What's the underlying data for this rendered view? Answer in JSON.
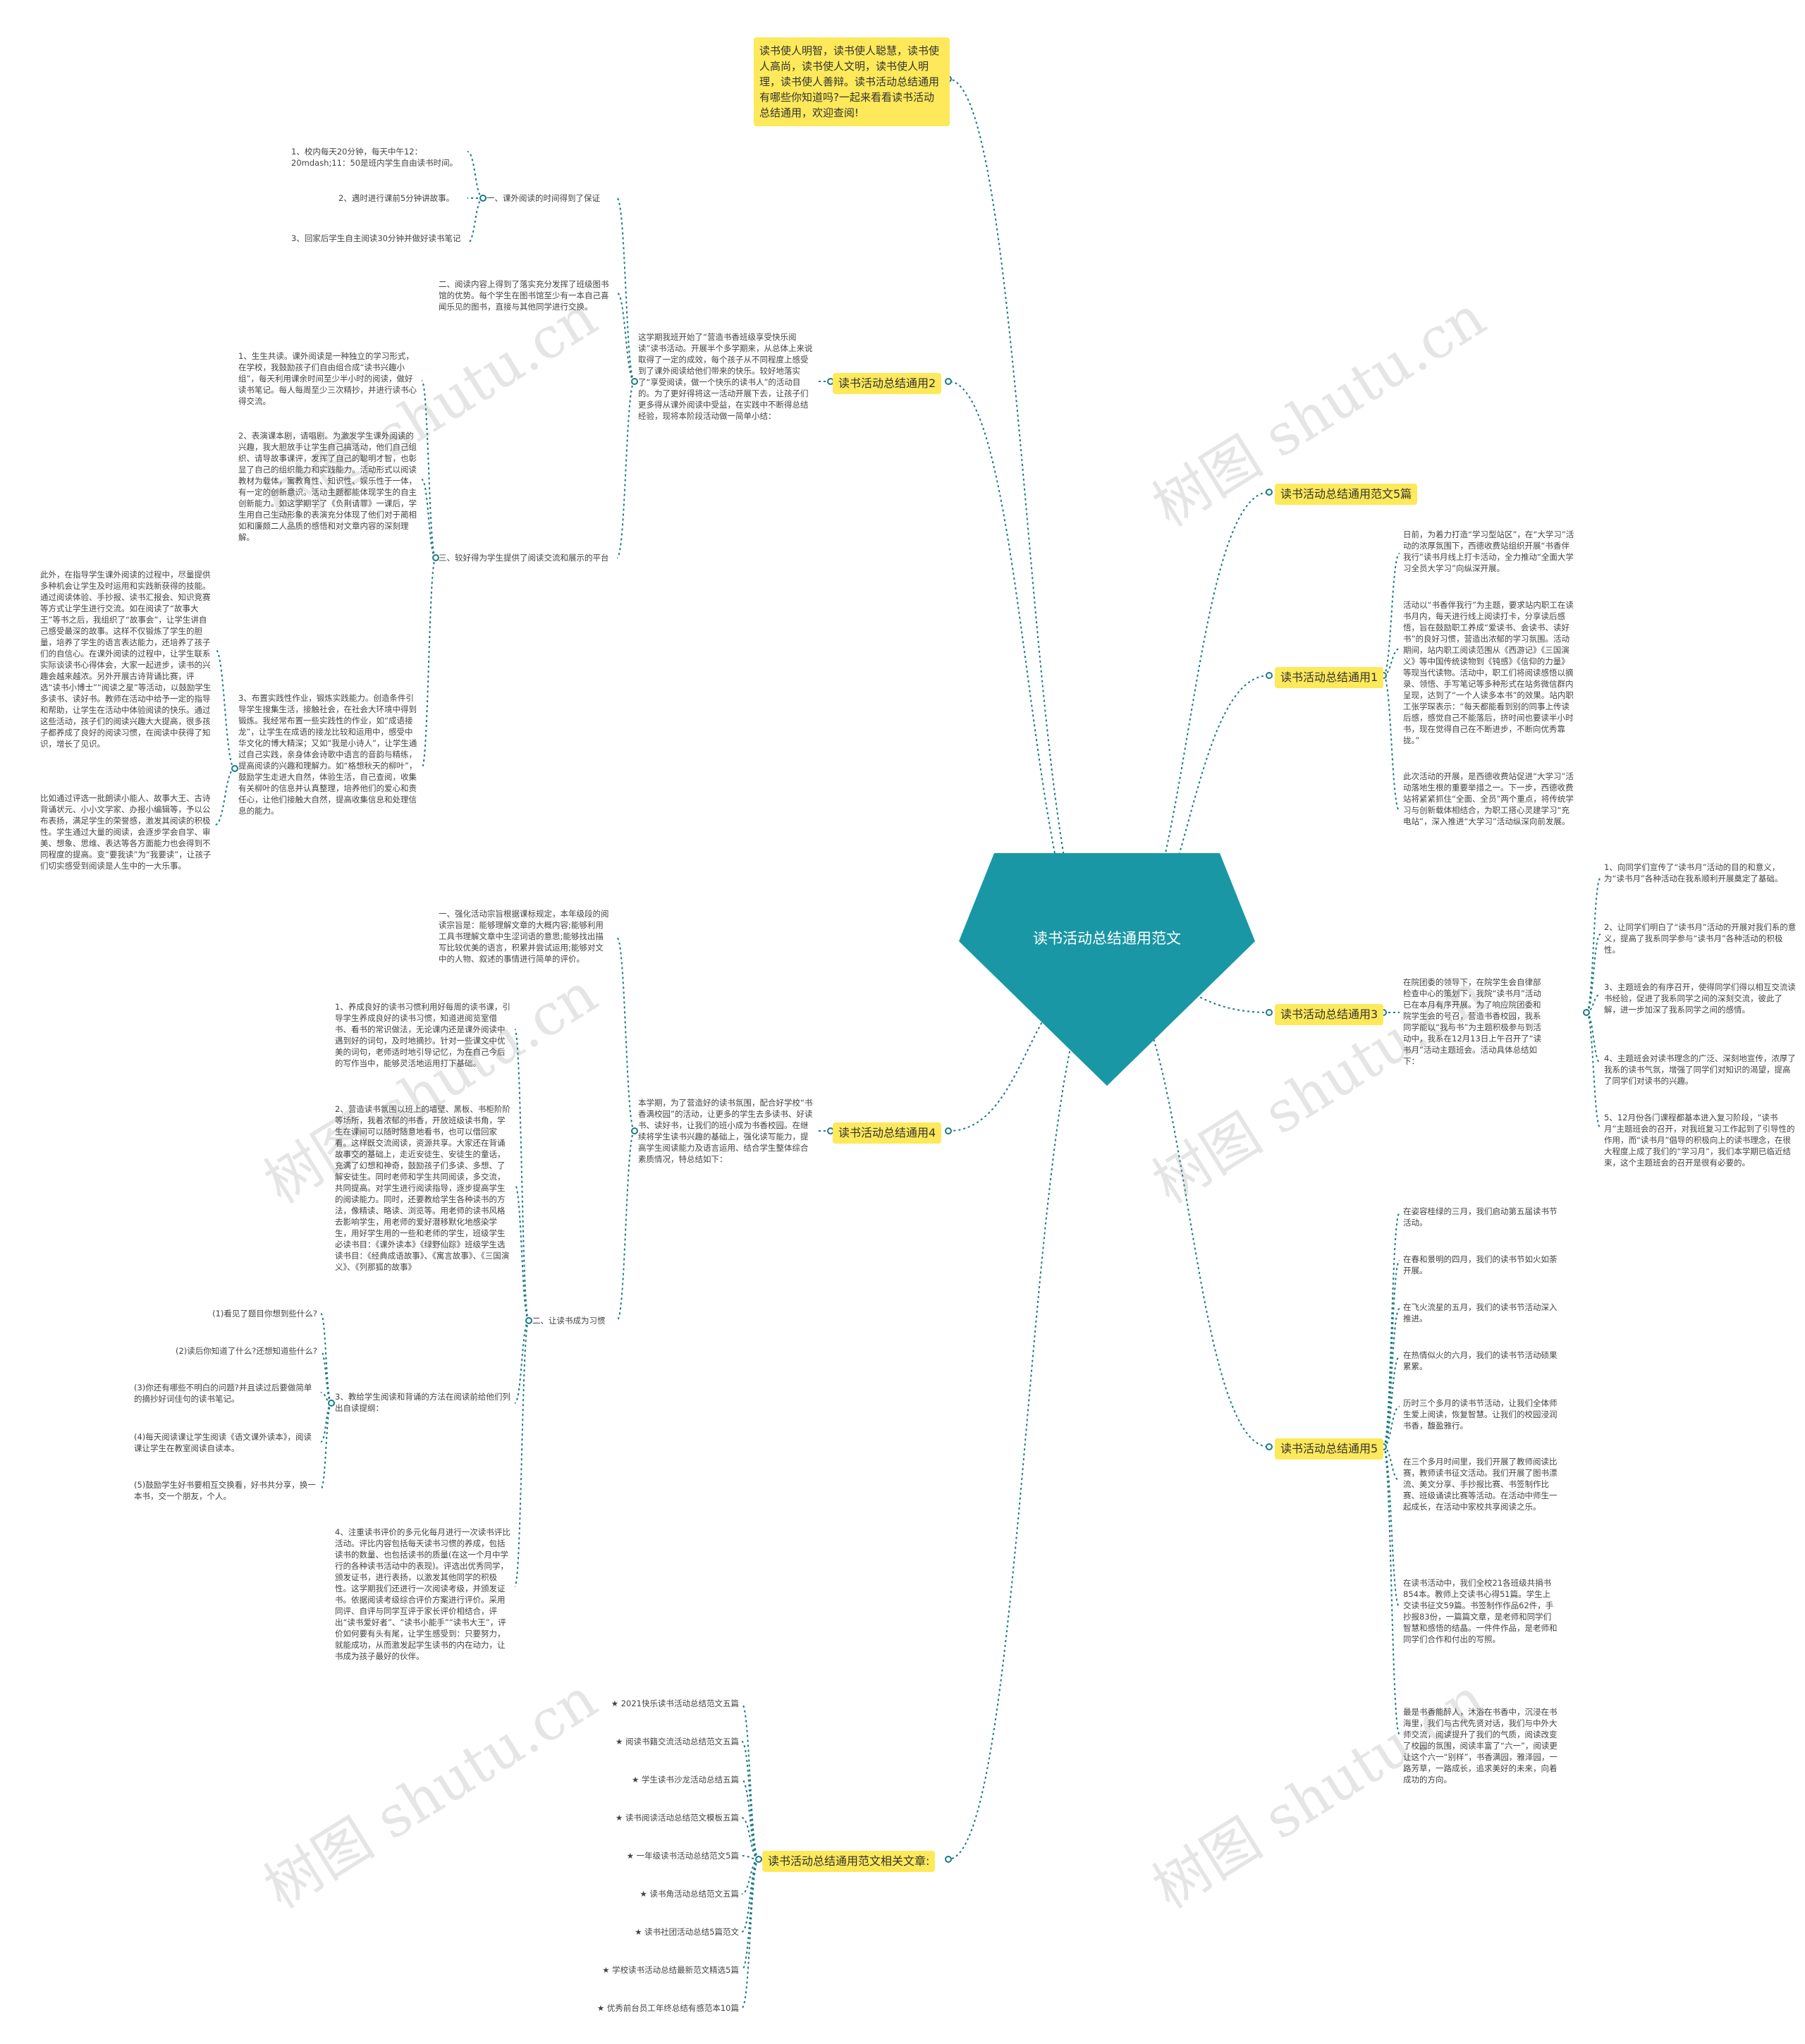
{
  "center": "读书活动总结通用范文",
  "intro": "读书使人明智，读书使人聪慧，读书使人高尚，读书使人文明，读书使人明理，读书使人善辩。读书活动总结通用有哪些你知道吗?一起来看看读书活动总结通用，欢迎查阅!",
  "branches": {
    "b2": {
      "label": "读书活动总结通用2",
      "summary": "这学期我班开始了“营造书香班级享受快乐阅读”读书活动。开展半个多学期来，从总体上来说取得了一定的成效，每个孩子从不同程度上感受到了课外阅读给他们带来的快乐。较好地落实了“享受阅读，做一个快乐的读书人”的活动目的。为了更好得将这一活动开展下去，让孩子们更多得从课外阅读中受益，在实践中不断得总结经验，现将本阶段活动做一简单小结：",
      "s1": "一、课外阅读的时间得到了保证",
      "s1_items": [
        "1、校内每天20分钟，每天中午12：20mdash;11：50是班内学生自由读书时间。",
        "2、遇时进行课前5分钟讲故事。",
        "3、回家后学生自主阅读30分钟并做好读书笔记"
      ],
      "s2": "二、阅读内容上得到了落实充分发挥了班级图书馆的优势。每个学生在图书馆至少有一本自己喜闻乐见的图书，直接与其他同学进行交换。",
      "s3": "三、较好得为学生提供了阅读交流和展示的平台",
      "s3_items": [
        "1、生生共读。课外阅读是一种独立的学习形式，在学校，我鼓励孩子们自由组合成“读书兴趣小组”，每天利用课余时间至少半小时的阅读，做好读书笔记。每人每周至少三次精抄，并进行读书心得交流。",
        "2、表演课本剧，请唱剧。为激发学生课外阅读的兴趣，我大胆放手让学生自己搞活动，他们自己组织、请导故事课评，发挥了自己的聪明才智，也彰显了自己的组织能力和实践能力。活动形式以阅读教材为载体，寓教育性、知识性、娱乐性于一体，有一定的创新意识。活动主题都能体现学生的自主创新能力。如这学期学了《负荆请罪》一课后，学生用自己生动形象的表演充分体现了他们对于蔺相如和廉颇二人品质的感悟和对文章内容的深刻理解。",
        "3、布置实践性作业，锻炼实践能力。创造条件引导学生搜集生活，接触社会，在社会大环境中得到锻炼。我经常布置一些实践性的作业，如“成语接龙”，让学生在成语的接龙比较和运用中，感受中华文化的博大精深；又如“我是小诗人”，让学生通过自己实践，亲身体会诗歌中语言的音韵与精练，提高阅读的兴趣和理解力。如“格想秋天的柳叶”，鼓励学生走进大自然，体验生活，自己查阅，收集有关柳叶的信息并认真整理，培养他们的爱心和责任心，让他们接触大自然，提高收集信息和处理信息的能力。"
      ],
      "s3_extra": [
        "此外，在指导学生课外阅读的过程中，尽量提供多种机会让学生及时运用和实践新获得的技能。通过阅读体验、手抄报、读书汇报会、知识竞赛等方式让学生进行交流。如在阅读了“故事大王”等书之后，我组织了“故事会”，让学生讲自己感受最深的故事。这样不仅锻炼了学生的胆量，培养了学生的语言表达能力，还培养了孩子们的自信心。在课外阅读的过程中，让学生联系实际谈读书心得体会，大家一起进步，读书的兴趣会越来越浓。另外开展古诗背诵比赛，评选“读书小博士”“阅读之星”等活动，以鼓励学生多读书、读好书。教师在活动中给予一定的指导和帮助，让学生在活动中体验阅读的快乐。通过这些活动，孩子们的阅读兴趣大大提高，很多孩子都养成了良好的阅读习惯，在阅读中获得了知识，增长了见识。",
        "比如通过评选一批朗读小能人、故事大王、古诗背诵状元、小小文学家、办报小编辑等，予以公布表扬，满足学生的荣誉感，激发其阅读的积极性。学生通过大量的阅读，会逐步学会自学、审美、想象、思维、表达等各方面能力也会得到不同程度的提高。变“要我读”为“我要读”，让孩子们切实感受到阅读是人生中的一大乐事。"
      ]
    },
    "b5t": {
      "label": "读书活动总结通用范文5篇"
    },
    "b1": {
      "label": "读书活动总结通用1",
      "items": [
        "日前，为着力打造“学习型站区”，在“大学习”活动的浓厚氛围下，西德收费站组织开展“书香伴我行”读书月线上打卡活动，全力推动“全面大学习全员大学习”向纵深开展。",
        "活动以“书香伴我行”为主题，要求站内职工在读书月内，每天进行线上阅读打卡，分享读后感悟，旨在鼓励职工养成“爱读书、会读书、读好书”的良好习惯，营造出浓郁的学习氛围。活动期间，站内职工阅读范围从《西游记》《三国演义》等中国传统读物到《钝感》《信仰的力量》等现当代读物。活动中，职工们将阅读感悟以摘录、领悟、手写笔记等多种形式在站务微信群内呈现，达到了“一个人读多本书”的效果。站内职工张学琛表示：“每天都能看到别的同事上传读后感，感觉自己不能落后，挤时间也要读半小时书，现在觉得自己在不断进步，不断向优秀靠拢。”",
        "此次活动的开展，是西德收费站促进“大学习”活动落地生根的重要举措之一。下一步，西德收费站将紧紧抓住“全面、全员”两个重点，将传统学习与创新载体相结合，为职工搭心灵建学习“充电站”，深入推进“大学习”活动纵深向前发展。"
      ]
    },
    "b3": {
      "label": "读书活动总结通用3",
      "summary": "在院团委的领导下，在院学生会自律部检查中心的策划下，我院“读书月”活动已在本月有序开展。为了响应院团委和院学生会的号召，营造书香校园，我系同学能以“我与书”为主题积极参与到活动中，我系在12月13日上午召开了“读书月”活动主题班会。活动具体总结如下：",
      "items": [
        "1、向同学们宣传了“读书月”活动的目的和意义，为“读书月”各种活动在我系顺利开展奠定了基础。",
        "2、让同学们明白了“读书月”活动的开展对我们系的意义，提高了我系同学参与“读书月”各种活动的积极性。",
        "3、主题班会的有序召开，使得同学们得以相互交流读书经验，促进了我系同学之间的深刻交流，彼此了解，进一步加深了我系同学之间的感情。",
        "4、主题班会对读书理念的广泛、深刻地宣传，浓厚了我系的读书气氛，增强了同学们对知识的渴望，提高了同学们对读书的兴趣。",
        "5、12月份各门课程都基本进入复习阶段，“读书月”主题班会的召开，对我班复习工作起到了引导性的作用，而“读书月”倡导的积极向上的读书理念，在很大程度上成了我们的“学习月”，我们本学期已临近结束，这个主题班会的召开是很有必要的。"
      ]
    },
    "b4": {
      "label": "读书活动总结通用4",
      "summary": "本学期，为了营造好的读书氛围，配合好学校“书香满校园”的活动，让更多的学生去多读书、好读书、读好书，让我们的班小成为书香校园。在继续将学生读书兴趣的基础上，强化读写能力，提高学生阅读能力及语言运用、结合学生整体综合素质情况，特总结如下：",
      "s1": "一、强化活动宗旨根据课标规定，本年级段的阅读宗旨是：能够理解文章的大概内容;能够利用工具书理解文章中生涩词语的意思;能够找出描写比较优美的语言，积累并尝试运用;能够对文中的人物、叙述的事情进行简单的评价。",
      "s2": "二、让读书成为习惯",
      "s2_items": [
        "1、养成良好的读书习惯利用好每周的读书课，引导学生养成良好的读书习惯，知道进阅览室借书、看书的常识做法，无论课内还是课外阅读中遇到好的词句，及时地摘抄。针对一些课文中优美的词句，老师适时地引导记忆，为在自己今后的写作当中，能够灵活地运用打下基础。",
        "2、营造读书氛围以班上的墙壁、黑板、书柜阶阶等场所，我着浓郁的书香，开放班级读书角，学生在课间可以随时随意地看书，也可以借回家看。这样既交流阅读，资源共享。大家还在背诵故事交的基础上，走近安徒生、安徒生的童话，充满了幻想和神奇，鼓励孩子们多读、多想、了解安徒生。同时老师和学生共同阅读，多交流，共同提高。对学生进行阅读指导，逐步提高学生的阅读能力。同时，还要教给学生各种读书的方法，像精读、略读、浏览等。用老师的读书风格去影响学生，用老师的爱好潜移默化地感染学生，用好学生用的一些和老师的学生，班级学生必读书目：《课外读本》《绿野仙踪》班级学生选读书目：《经典成语故事》、《寓言故事》、《三国演义》、《列那狐的故事》",
        "3、教给学生阅读和背诵的方法在阅读前给他们列出自读提纲：",
        "4、注重读书评价的多元化每月进行一次读书评比活动。评比内容包括每天读书习惯的养成，包括读书的数量、也包括读书的质量(在这一个月中学行的各种读书活动中的表现)。评选出优秀同学，颁发证书，进行表扬，以激发其他同学的积极性。这学期我们还进行一次阅读考级，并颁发证书。依据阅读考级综合评价方案进行评价。采用同评、自评与同学互评于家长评价相结合，评出“读书爱好者”、“读书小能手”“读书大王”，评价如何要有头有尾，让学生感受到：只要努力，就能成功，从而激发起学生读书的内在动力，让书成为孩子最好的伙伴。"
      ],
      "s2_3_items": [
        "(1)看见了题目你想到些什么?",
        "(2)读后你知道了什么?还想知道些什么?",
        "(3)你还有哪些不明白的问题?并且读过后要做简单的摘抄好词佳句的读书笔记。",
        "(4)每天阅读课让学生阅读《语文课外读本》，阅读课让学生在教室阅读自读本。",
        "(5)鼓励学生好书要相互交换看，好书共分享，换一本书，交一个朋友，个人。"
      ]
    },
    "b5": {
      "label": "读书活动总结通用5",
      "items": [
        "在姿容桂绿的三月，我们启动第五届读书节活动。",
        "在春和景明的四月，我们的读书节如火如荼开展。",
        "在飞火流星的五月，我们的读书节活动深入推进。",
        "在热情似火的六月，我们的读书节活动硕果累累。",
        "历时三个多月的读书节活动，让我们全体师生爱上阅读，恢复智慧。让我们的校园浸润书香，馥盈雅行。",
        "在三个多月时间里，我们开展了教师阅读比赛，教师读书征文活动。我们开展了图书漂流、美文分享、手抄报比赛、书签制作比赛、班级诵读比赛等活动。在活动中师生一起成长，在活动中家校共享阅读之乐。",
        "在读书活动中，我们全校21各班级共捐书854本。教师上交读书心得51篇。学生上交读书征文59篇。书签制作作品62件，手抄报83份，一篇篇文章，是老师和同学们智慧和感悟的结晶。一件件作品，是老师和同学们合作和付出的写照。",
        "最是书香能醉人，沐浴在书香中，沉浸在书海里，我们与古代先贤对话，我们与中外大师交流，阅读提升了我们的气质，阅读改变了校园的氛围，阅读丰富了“六一”，阅读更让这个六一“别样”，书香满园，雅泽园，一路芳草，一路成长，追求美好的未来，向着成功的方向。"
      ]
    },
    "rel": {
      "label": "读书活动总结通用范文相关文章:",
      "items": [
        "★ 2021快乐读书活动总结范文五篇",
        "★ 阅读书籍交流活动总结范文五篇",
        "★ 学生读书沙龙活动总结五篇",
        "★ 读书阅读活动总结范文模板五篇",
        "★ 一年级读书活动总结范文5篇",
        "★ 读书角活动总结范文五篇",
        "★ 读书社团活动总结5篇范文",
        "★ 学校读书活动总结最新范文精选5篇",
        "★ 优秀前台员工年终总结有感范本10篇"
      ]
    }
  },
  "watermark": "树图 shutu.cn",
  "colors": {
    "center": "#1a97a4",
    "branch": "#fde95a",
    "edge": "#1a7a82"
  }
}
